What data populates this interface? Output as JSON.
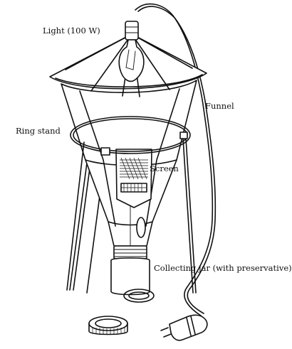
{
  "labels": {
    "light": "Light (100 W)",
    "funnel": "Funnel",
    "ring_stand": "Ring stand",
    "screen": "Screen",
    "collecting_jar": "Collecting jar (with preservative)"
  }
}
